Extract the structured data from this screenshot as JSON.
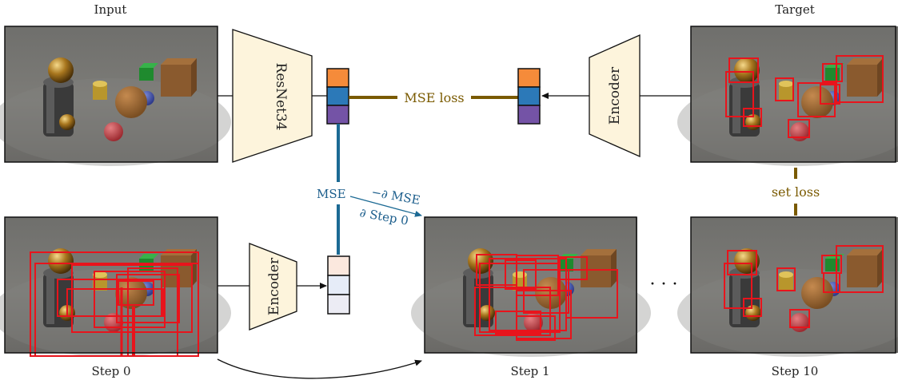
{
  "labels": {
    "input": "Input",
    "target": "Target",
    "step0": "Step 0",
    "step1": "Step 1",
    "step10": "Step 10",
    "resnet": "ResNet34",
    "encoder_top": "Encoder",
    "encoder_bottom": "Encoder",
    "mse_loss": "MSE loss",
    "mse": "MSE",
    "grad_top": "−∂ MSE",
    "grad_bottom": "∂ Step 0",
    "set_loss": "set loss",
    "ellipsis": "· · ·"
  },
  "colors": {
    "loss_line": "#7a5a00",
    "mse_line": "#1c6a94",
    "box_red": "#e8141c",
    "encoder_fill": "#fdf4dc",
    "slot_orange": "#f58b3a",
    "slot_blue": "#2c79b8",
    "slot_purple": "#7453a6",
    "slot_light_orange": "#fbe8de",
    "slot_light_blue": "#e6ecf8",
    "slot_light_purple": "#ececf4"
  }
}
